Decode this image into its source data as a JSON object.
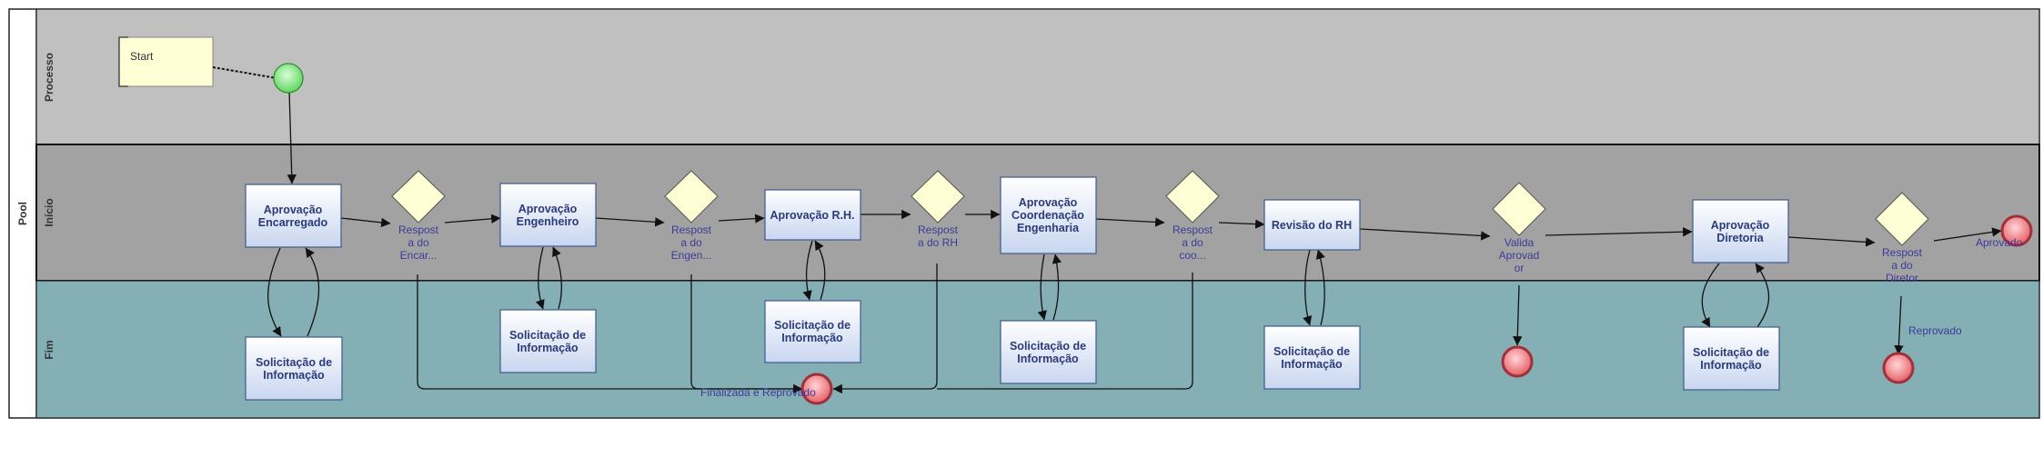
{
  "pool": {
    "label": "Pool"
  },
  "lanes": [
    {
      "label": "Processo"
    },
    {
      "label": "Início"
    },
    {
      "label": "Fim"
    }
  ],
  "annotation": {
    "text": "Start"
  },
  "tasks": [
    {
      "lines": [
        "Aprovação",
        "Encarregado"
      ]
    },
    {
      "lines": [
        "Solicitação de",
        "Informação"
      ]
    },
    {
      "lines": [
        "Aprovação",
        "Engenheiro"
      ]
    },
    {
      "lines": [
        "Solicitação de",
        "Informação"
      ]
    },
    {
      "lines": [
        "Aprovação R.H."
      ]
    },
    {
      "lines": [
        "Solicitação de",
        "Informação"
      ]
    },
    {
      "lines": [
        "Aprovação",
        "Coordenação",
        "Engenharia"
      ]
    },
    {
      "lines": [
        "Solicitação de",
        "Informação"
      ]
    },
    {
      "lines": [
        "Revisão do RH"
      ]
    },
    {
      "lines": [
        "Solicitação de",
        "Informação"
      ]
    },
    {
      "lines": [
        "Aprovação",
        "Diretoria"
      ]
    },
    {
      "lines": [
        "Solicitação de",
        "Informação"
      ]
    }
  ],
  "gateways": [
    {
      "lines": [
        "Respost",
        "a do",
        "Encar..."
      ]
    },
    {
      "lines": [
        "Respost",
        "a do",
        "Engen..."
      ]
    },
    {
      "lines": [
        "Respost",
        "a do RH"
      ]
    },
    {
      "lines": [
        "Respost",
        "a do",
        "coo..."
      ]
    },
    {
      "lines": [
        "Valida",
        "Aprovad",
        "or"
      ]
    },
    {
      "lines": [
        "Respost",
        "a do",
        "Diretor"
      ]
    }
  ],
  "flow_labels": {
    "finalizada": "Finalizada e Reprovado",
    "aprovado": "Aprovado",
    "reprovado": "Reprovado"
  },
  "colors": {
    "lane_processo": "#c0c0c0",
    "lane_inicio": "#a2a2a2",
    "lane_fim": "#83afb5",
    "start_event": "#7ee87e",
    "end_event": "#ee7a80",
    "gateway": "#ffffd6",
    "task_top": "#ffffff",
    "task_bottom": "#c8d6f0"
  }
}
